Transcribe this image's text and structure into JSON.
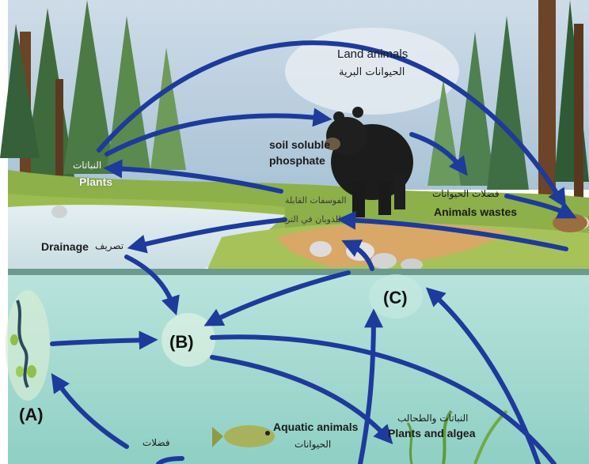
{
  "labels": {
    "land_animals_en": "Land animals",
    "land_animals_ar": "الحيوانات البرية",
    "plants_ar": "النباتات",
    "plants_en": "Plants",
    "soil_phosphate_line1": "soil soluble",
    "soil_phosphate_line2": "phosphate",
    "soil_phosphate_ar_line1": "الفوسفات القابلة",
    "soil_phosphate_ar_line2": "للذوبان في التربة",
    "animal_wastes_ar": "فضلات الحيوانات",
    "animal_wastes_en": "Animals wastes",
    "drainage_en": "Drainage",
    "drainage_ar": "تصريف",
    "label_a": "(A)",
    "label_b": "(B)",
    "label_c": "(C)",
    "aquatic_animals_en": "Aquatic animals",
    "aquatic_animals_ar": "الحيوانات",
    "plants_algae_ar": "النباتات والطحالب",
    "plants_algae_en": "Plants and algea",
    "wastes_ar_bottom": "فضلات"
  },
  "colors": {
    "arrow": "#1d3a9c",
    "sky": "#b8cfe0",
    "water": "#a9d8d0",
    "grass": "#7fa63a"
  }
}
